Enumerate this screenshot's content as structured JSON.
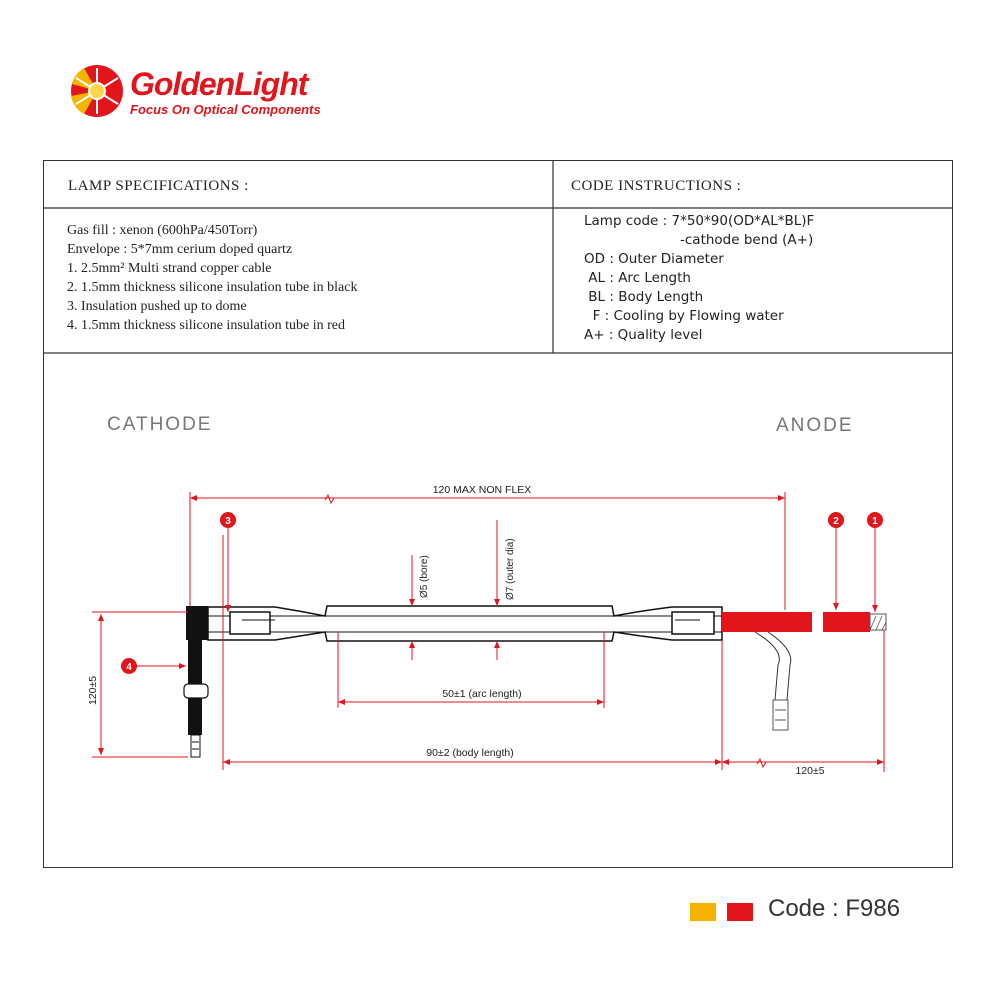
{
  "brand": {
    "name": "GoldenLight",
    "tagline": "Focus On Optical Components",
    "colors": {
      "red": "#e2141c",
      "yellow": "#f5b400"
    }
  },
  "spec_section": {
    "title": "LAMP SPECIFICATIONS :",
    "lines": [
      "Gas fill : xenon (600hPa/450Torr)",
      "Envelope : 5*7mm cerium doped quartz",
      "1. 2.5mm² Multi strand copper cable",
      "2. 1.5mm thickness silicone insulation tube in  black",
      "3.  Insulation pushed up to dome",
      "4. 1.5mm thickness silicone insulation tube in red"
    ]
  },
  "code_section": {
    "title": "CODE INSTRUCTIONS :",
    "lamp_code": "Lamp code : 7*50*90(OD*AL*BL)F",
    "lamp_code_note": "-cathode bend (A+)",
    "entries": [
      {
        "key": "OD",
        "desc": ": Outer Diameter"
      },
      {
        "key": "AL",
        "desc": ": Arc Length"
      },
      {
        "key": "BL",
        "desc": ": Body Length"
      },
      {
        "key": "F",
        "desc": ":  Cooling by Flowing water"
      },
      {
        "key": "A+",
        "desc": ": Quality level"
      }
    ]
  },
  "diagram": {
    "cathode_label": "CATHODE",
    "anode_label": "ANODE",
    "dim_overall": "120 MAX NON FLEX",
    "dim_bore": "Ø5 (bore)",
    "dim_outer": "Ø7 (outer dia)",
    "dim_arc": "50±1 (arc length)",
    "dim_body": "90±2 (body length)",
    "dim_anode_lead": "120±5",
    "dim_cathode_lead": "120±5",
    "callouts": [
      "1",
      "2",
      "3",
      "4"
    ]
  },
  "footer": {
    "code": "Code : F986",
    "swatch_colors": [
      "#f5b400",
      "#e2141c"
    ]
  }
}
